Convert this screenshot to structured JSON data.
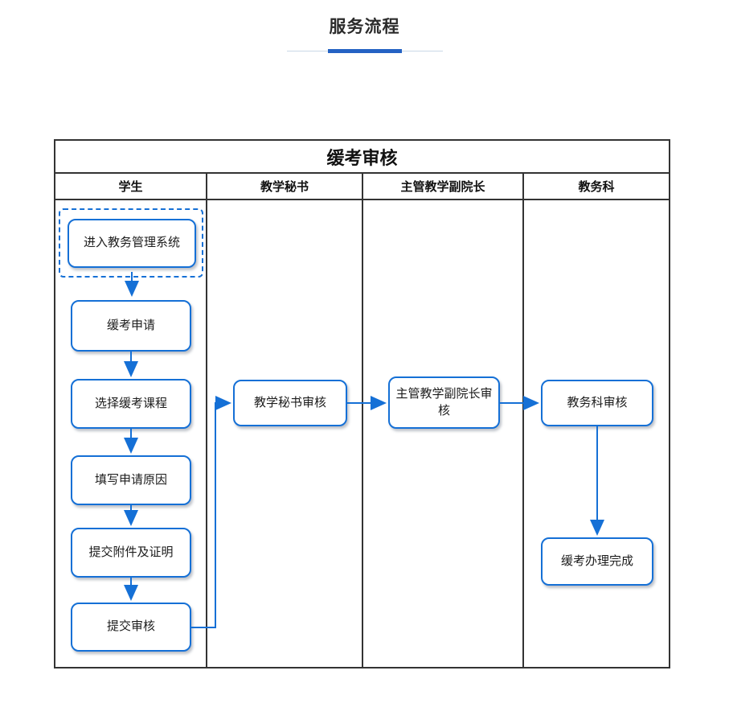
{
  "page": {
    "title": "服务流程"
  },
  "diagram": {
    "title": "缓考审核",
    "lanes": [
      {
        "label": "学生"
      },
      {
        "label": "教学秘书"
      },
      {
        "label": "主管教学副院长"
      },
      {
        "label": "教务科"
      }
    ],
    "nodes": {
      "enter_system": {
        "label": "进入教务管理系统"
      },
      "apply": {
        "label": "缓考申请"
      },
      "select_course": {
        "label": "选择缓考课程"
      },
      "fill_reason": {
        "label": "填写申请原因"
      },
      "attachments": {
        "label": "提交附件及证明"
      },
      "submit_review": {
        "label": "提交审核"
      },
      "secretary_review": {
        "label": "教学秘书审核"
      },
      "vice_dean_review": {
        "label": "主管教学副院长审核"
      },
      "academic_office_review": {
        "label": "教务科审核"
      },
      "complete": {
        "label": "缓考办理完成"
      }
    },
    "colors": {
      "flow_blue": "#1570d6",
      "table_border": "#333333",
      "underline_accent": "#2462c4",
      "underline_track": "#c9d8e6"
    }
  }
}
